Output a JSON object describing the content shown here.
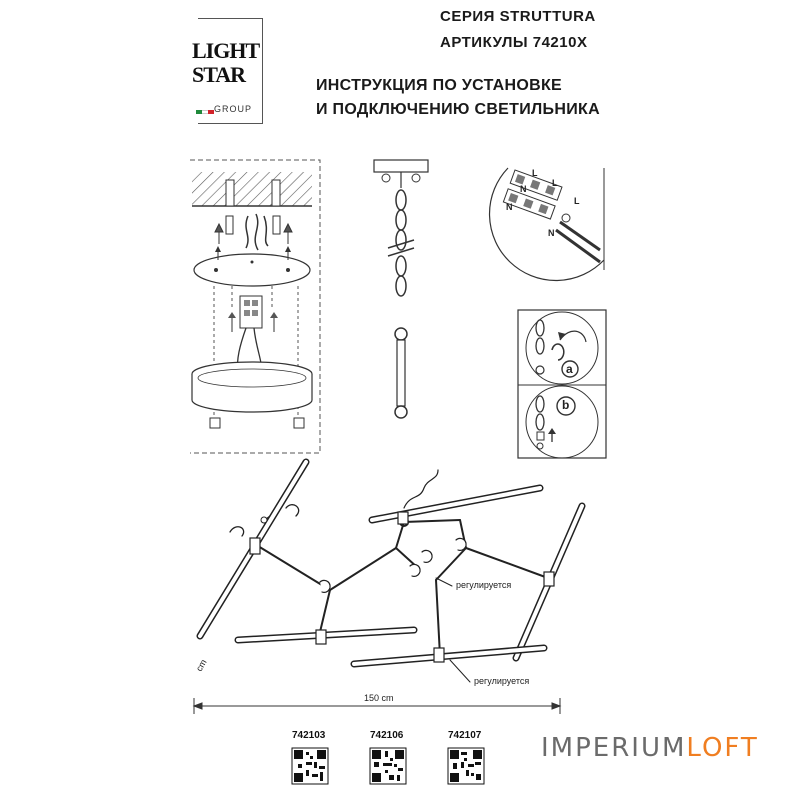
{
  "logo": {
    "line1": "LIGHT",
    "line2": "STAR",
    "line3": "GROUP"
  },
  "header": {
    "series": "СЕРИЯ STRUTTURA",
    "articles": "АРТИКУЛЫ 74210Х",
    "instruction_line1": "ИНСТРУКЦИЯ ПО УСТАНОВКЕ",
    "instruction_line2": "И ПОДКЛЮЧЕНИЮ СВЕТИЛЬНИКА"
  },
  "wiring": {
    "terminal_labels": [
      "L",
      "N",
      "L",
      "N",
      "L",
      "N"
    ]
  },
  "detail_steps": [
    "a",
    "b"
  ],
  "annotations": {
    "adjustable_1": "регулируется",
    "adjustable_2": "регулируется",
    "width_dimension": "150 cm",
    "height_dimension": "cm"
  },
  "article_codes": [
    "742103",
    "742106",
    "742107"
  ],
  "watermark": {
    "part1": "IMPERIUM",
    "part2": "LOFT"
  },
  "colors": {
    "flag_green": "#1f8a3b",
    "flag_white": "#ffffff",
    "flag_red": "#d2232a",
    "watermark_orange": "#f07e21"
  }
}
